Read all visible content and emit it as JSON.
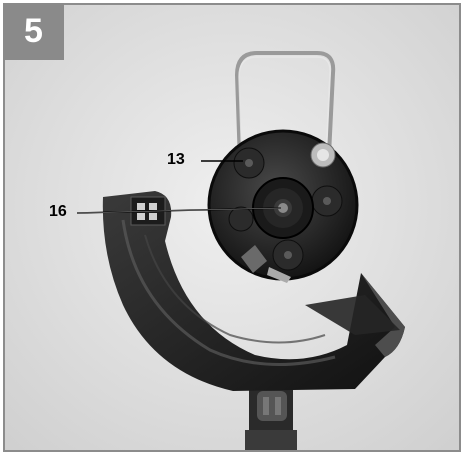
{
  "figure": {
    "number": "5"
  },
  "callouts": [
    {
      "label": "13"
    },
    {
      "label": "16"
    }
  ],
  "colors": {
    "badge": "#8a8a8a",
    "border": "#8c8c8c",
    "background": "#dcdcdc"
  }
}
